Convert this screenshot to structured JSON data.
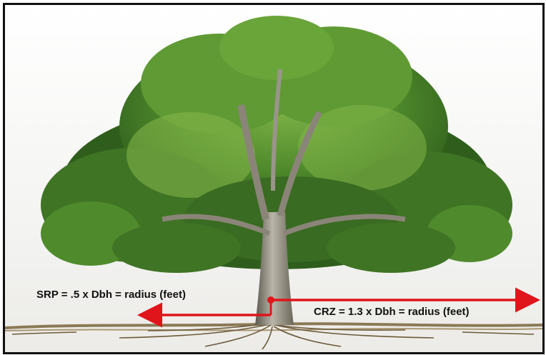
{
  "labels": {
    "srp": "SRP = .5 x Dbh = radius (feet)",
    "crz": "CRZ = 1.3 x Dbh = radius (feet)"
  },
  "colors": {
    "arrow": "#e0141b",
    "foliage_dark": "#2f5e1c",
    "foliage_mid": "#4f8a2c",
    "foliage_light": "#86b84a",
    "trunk": "#7a7468",
    "ground": "#8a7a55"
  },
  "icons": {
    "tree": "tree-illustration",
    "root": "root-system"
  }
}
